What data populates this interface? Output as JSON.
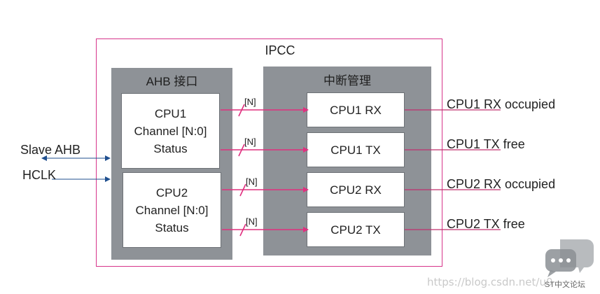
{
  "ipcc": {
    "title": "IPCC"
  },
  "ahb": {
    "title": "AHB 接口",
    "cpu1": {
      "line1": "CPU1",
      "line2": "Channel [N:0]",
      "line3": "Status"
    },
    "cpu2": {
      "line1": "CPU2",
      "line2": "Channel [N:0]",
      "line3": "Status"
    }
  },
  "interrupt": {
    "title": "中断管理",
    "boxes": [
      "CPU1 RX",
      "CPU1 TX",
      "CPU2 RX",
      "CPU2 TX"
    ]
  },
  "bus_label": "[N]",
  "inputs": {
    "slave_ahb": "Slave AHB",
    "hclk": "HCLK"
  },
  "outputs": [
    "CPU1 RX occupied",
    "CPU1 TX free",
    "CPU2 RX occupied",
    "CPU2 TX free"
  ],
  "watermark": {
    "url": "https://blog.csdn.net/u0",
    "forum": "ST中文论坛"
  },
  "colors": {
    "frame": "#d6348a",
    "signal": "#e0307f",
    "block": "#8e9297",
    "output_line": "#c0306e"
  }
}
